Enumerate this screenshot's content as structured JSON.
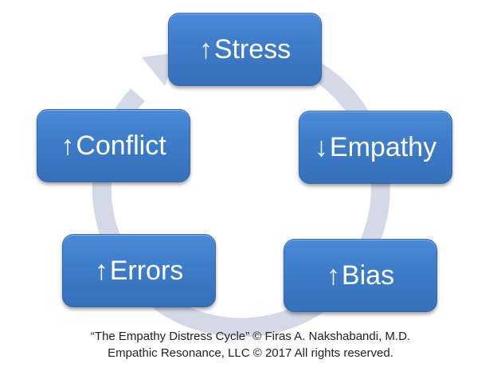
{
  "diagram": {
    "type": "cycle",
    "colors": {
      "node_fill": "#3d7cc9",
      "ring": "#d3d9e6",
      "text": "#ffffff"
    },
    "nodes": [
      {
        "id": "stress",
        "arrow": "up",
        "arrow_glyph": "↑",
        "label": "Stress"
      },
      {
        "id": "empathy",
        "arrow": "down",
        "arrow_glyph": "↓",
        "label": "Empathy"
      },
      {
        "id": "bias",
        "arrow": "up",
        "arrow_glyph": "↑",
        "label": "Bias"
      },
      {
        "id": "errors",
        "arrow": "up",
        "arrow_glyph": "↑",
        "label": "Errors"
      },
      {
        "id": "conflict",
        "arrow": "up",
        "arrow_glyph": "↑",
        "label": "Conflict"
      }
    ],
    "direction": "clockwise"
  },
  "caption": {
    "line1": "“The Empathy Distress Cycle” © Firas A. Nakshabandi, M.D.",
    "line2": "Empathic Resonance, LLC © 2017 All rights reserved."
  }
}
